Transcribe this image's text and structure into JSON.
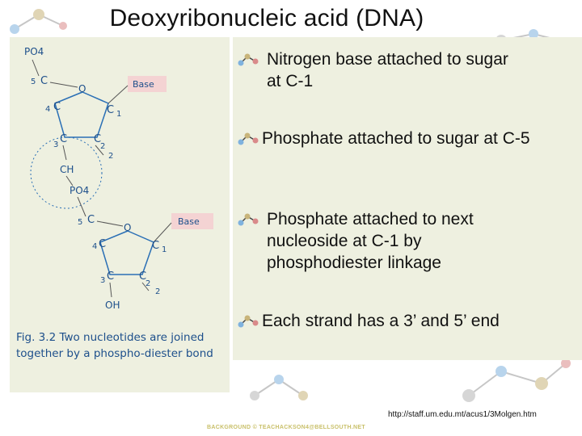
{
  "title": "Deoxyribonucleic acid (DNA)",
  "bullets": [
    {
      "text": "Nitrogen base attached to sugar at C-1"
    },
    {
      "text": "Phosphate attached to sugar at C-5"
    },
    {
      "text": "Phosphate attached to next nucleoside at C-1 by phosphodiester linkage"
    },
    {
      "text": "Each strand has a 3’ and 5’ end"
    }
  ],
  "figure": {
    "po4_top": "PO4",
    "po4_mid": "PO4",
    "oh_mid": "CH",
    "oh_bottom": "OH",
    "base_label": "Base",
    "ring_oxygen": "O",
    "carbon": "C",
    "num_1": "1",
    "num_2": "2",
    "num_3": "3",
    "num_4": "4",
    "num_5": "5",
    "caption": "Fig. 3.2 Two nucleotides are joined together by a phospho-diester bond"
  },
  "source_url": "http://staff.um.edu.mt/acus1/3Molgen.htm",
  "watermark": "BACKGROUND © TEACHACKSON4@BELLSOUTH.NET",
  "colors": {
    "panel": "#eef0e0",
    "figure_ink": "#1d4f8b",
    "base_box": "#f4d3d3",
    "ring_line": "#2a6fb5"
  }
}
